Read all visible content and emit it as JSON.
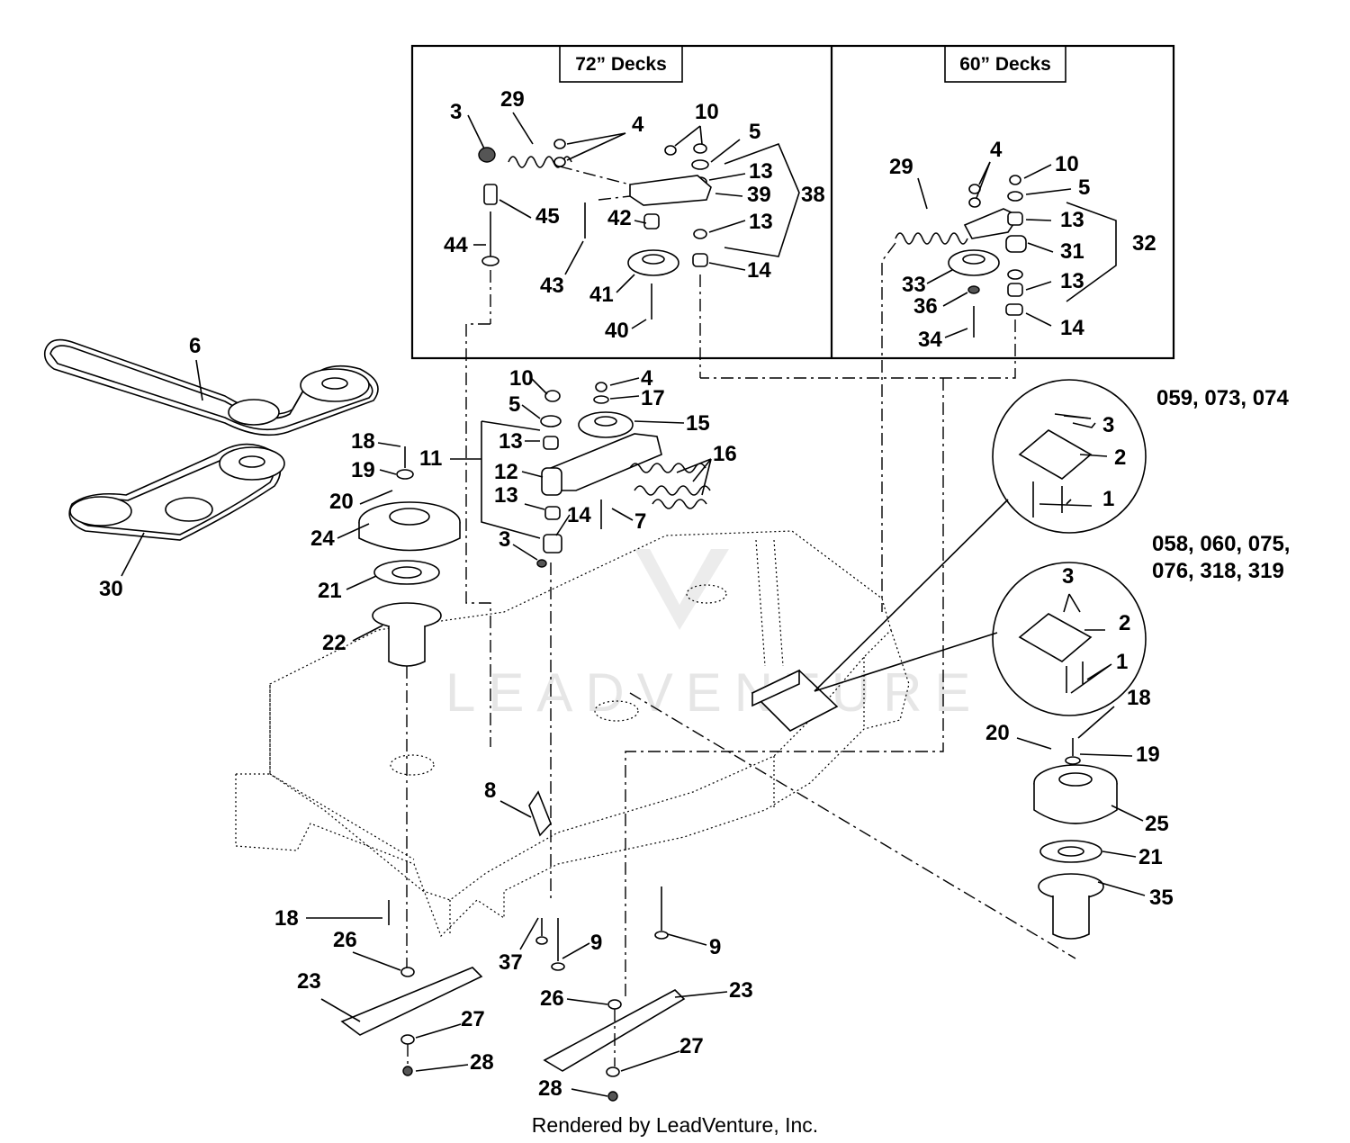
{
  "insets": {
    "deck72_title": "72” Decks",
    "deck60_title": "60” Decks"
  },
  "variants": {
    "group_a": "059, 073, 074",
    "group_b_line1": "058, 060, 075,",
    "group_b_line2": "076, 318, 319"
  },
  "footer": "Rendered by LeadVenture, Inc.",
  "watermark": "LEADVENTURE",
  "callouts": {
    "i72_3": "3",
    "i72_29": "29",
    "i72_4": "4",
    "i72_10": "10",
    "i72_5": "5",
    "i72_13a": "13",
    "i72_39": "39",
    "i72_38": "38",
    "i72_13b": "13",
    "i72_14": "14",
    "i72_45": "45",
    "i72_44": "44",
    "i72_42": "42",
    "i72_43": "43",
    "i72_41": "41",
    "i72_40": "40",
    "i60_29": "29",
    "i60_4": "4",
    "i60_10": "10",
    "i60_5": "5",
    "i60_13a": "13",
    "i60_31": "31",
    "i60_32": "32",
    "i60_33": "33",
    "i60_13b": "13",
    "i60_36": "36",
    "i60_14": "14",
    "i60_34": "34",
    "m_6": "6",
    "m_30": "30",
    "m_18a": "18",
    "m_19a": "19",
    "m_20a": "20",
    "m_24": "24",
    "m_21a": "21",
    "m_22": "22",
    "m_11": "11",
    "m_10": "10",
    "m_5": "5",
    "m_13a": "13",
    "m_12": "12",
    "m_13b": "13",
    "m_14": "14",
    "m_3a": "3",
    "m_7": "7",
    "m_4": "4",
    "m_17": "17",
    "m_15": "15",
    "m_16": "16",
    "m_8": "8",
    "ca_3": "3",
    "ca_2": "2",
    "ca_1": "1",
    "cb_3": "3",
    "cb_2": "2",
    "cb_1": "1",
    "r_18": "18",
    "r_20": "20",
    "r_19": "19",
    "r_25": "25",
    "r_21": "21",
    "r_35": "35",
    "b_18": "18",
    "b_26a": "26",
    "b_23a": "23",
    "b_27a": "27",
    "b_28a": "28",
    "b_37": "37",
    "b_9a": "9",
    "b_9b": "9",
    "b_26b": "26",
    "b_23b": "23",
    "b_27b": "27",
    "b_28b": "28"
  }
}
